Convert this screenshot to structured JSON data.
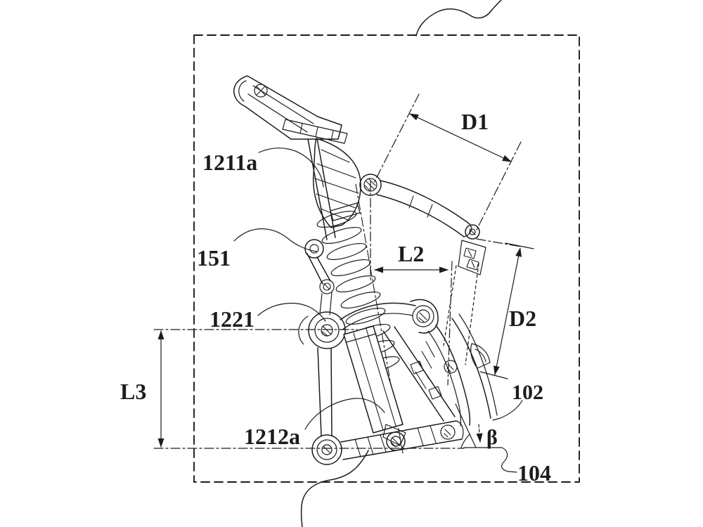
{
  "page": {
    "background": "#ffffff",
    "ink_color": "#1c1c1c",
    "figure_kind": "patent line drawing of a suspension linkage mechanism inside a dashed frame"
  },
  "labels": {
    "ref_1211a": "1211a",
    "ref_151": "151",
    "ref_1221": "1221",
    "ref_1212a": "1212a",
    "ref_102": "102",
    "ref_104": "104",
    "dim_D1": "D1",
    "dim_D2": "D2",
    "dim_L2": "L2",
    "dim_L3": "L3",
    "angle_beta": "β"
  }
}
